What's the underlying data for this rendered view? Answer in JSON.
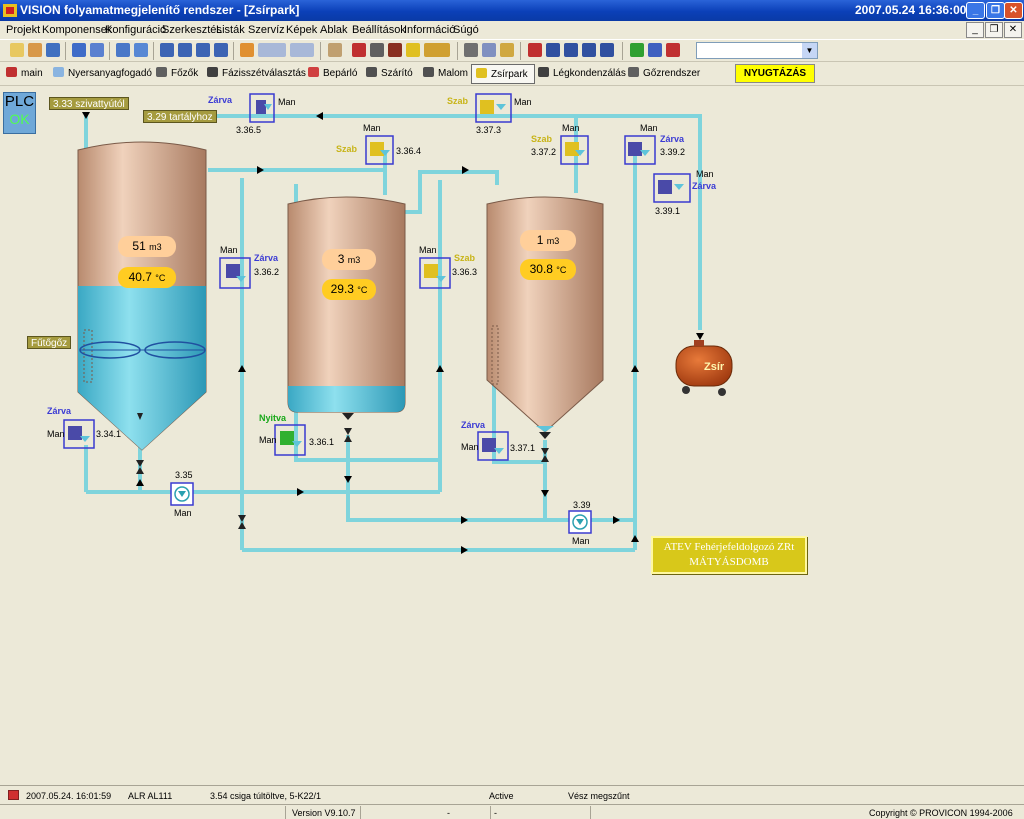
{
  "window": {
    "title": "VISION folyamatmegjelenítő rendszer - [Zsírpark]",
    "clock": "2007.05.24 16:36:00",
    "controls": {
      "minimize": "_",
      "restore": "❐",
      "close": "✕"
    },
    "mdi_controls": {
      "minimize": "_",
      "restore": "❐",
      "close": "✕"
    }
  },
  "menu": [
    "Projekt",
    "Komponensek",
    "Konfiguráció",
    "Szerkesztés",
    "Listák",
    "Szervíz",
    "Képek",
    "Ablak",
    "Beállítások",
    "Információ",
    "Súgó"
  ],
  "screens": [
    {
      "label": "main",
      "icon": "shield-icon"
    },
    {
      "label": "Nyersanyagfogadó",
      "icon": "bars-icon"
    },
    {
      "label": "Főzők",
      "icon": "pots-icon"
    },
    {
      "label": "Fázisszétválasztás",
      "icon": "separator-icon"
    },
    {
      "label": "Bepárló",
      "icon": "evaporator-icon"
    },
    {
      "label": "Szárító",
      "icon": "dryer-icon"
    },
    {
      "label": "Malom",
      "icon": "mill-icon"
    },
    {
      "label": "Zsírpark",
      "icon": "tank-icon"
    },
    {
      "label": "Légkondenzálás",
      "icon": "condenser-icon"
    },
    {
      "label": "Gőzrendszer",
      "icon": "steam-icon"
    }
  ],
  "active_screen": "Zsírpark",
  "acknowledge_button": "NYUGTÁZÁS",
  "plc": {
    "label": "PLC",
    "status": "OK"
  },
  "tags": {
    "pump_suction": "3.33 szivattyútól",
    "to_tank": "3.29 tartályhoz",
    "heating_steam": "Fűtőgőz"
  },
  "tanks": [
    {
      "volume": "51",
      "temp": "40.7"
    },
    {
      "volume": "3",
      "temp": "29.3"
    },
    {
      "volume": "1",
      "temp": "30.8"
    }
  ],
  "units": {
    "volume": "m3",
    "temp": "°C"
  },
  "valves": {
    "v3365": {
      "id": "3.36.5",
      "state": "Zárva",
      "mode": "Man"
    },
    "v3373": {
      "id": "3.37.3",
      "state": "Szab",
      "mode": "Man"
    },
    "v3364": {
      "id": "3.36.4",
      "state": "Szab",
      "mode": "Man"
    },
    "v3372": {
      "id": "3.37.2",
      "state": "Szab",
      "mode": "Man"
    },
    "v3392": {
      "id": "3.39.2",
      "state": "Zárva",
      "mode": "Man"
    },
    "v3391": {
      "id": "3.39.1",
      "state": "Zárva",
      "mode": "Man"
    },
    "v3362": {
      "id": "3.36.2",
      "state": "Zárva",
      "mode": "Man"
    },
    "v3363": {
      "id": "3.36.3",
      "state": "Szab",
      "mode": "Man"
    },
    "v3341": {
      "id": "3.34.1",
      "state": "Zárva",
      "mode": "Man"
    },
    "v3361": {
      "id": "3.36.1",
      "state": "Nyitva",
      "mode": "Man"
    },
    "v3371": {
      "id": "3.37.1",
      "state": "Zárva",
      "mode": "Man"
    }
  },
  "pumps": {
    "p335": {
      "id": "3.35",
      "mode": "Man"
    },
    "p339": {
      "id": "3.39",
      "mode": "Man"
    }
  },
  "truck_label": "Zsír",
  "company": {
    "line1": "ATEV Fehérjefeldolgozó ZRt",
    "line2": "MÁTYÁSDOMB"
  },
  "status": {
    "alarm_time": "2007.05.24. 16:01:59",
    "alarm_code": "ALR AL111",
    "alarm_text": "3.54 csiga túltöltve, 5-K22/1",
    "alarm_state": "Active",
    "alarm_desc": "Vész megszűnt",
    "version": "Version V9.10.7",
    "field1": "-",
    "field2": "-",
    "copyright": "Copyright © PROVICON 1994-2006"
  },
  "colors": {
    "pipe": "#7fd4dc",
    "liquid": "#5ec4da",
    "tank": "#d8ae92",
    "valve_box": "#3a3ad0"
  }
}
